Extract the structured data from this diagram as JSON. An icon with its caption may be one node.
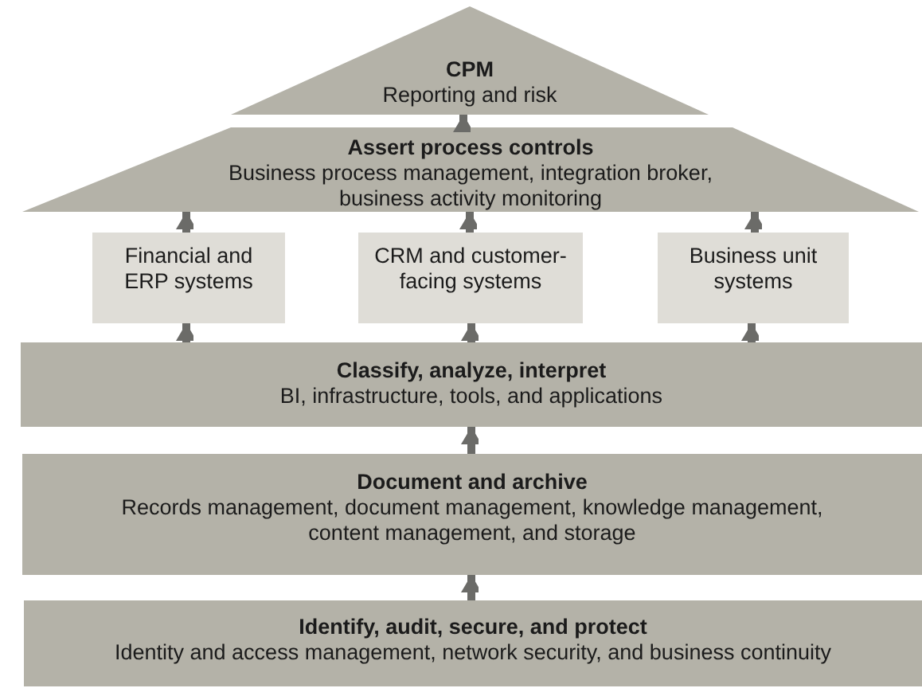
{
  "diagram": {
    "nodes": [
      {
        "text": [
          "CPM",
          "Reporting and risk"
        ]
      },
      {
        "text": [
          "Assert process controls",
          "Business process management, integration broker, business activity monitoring"
        ]
      },
      {
        "text": [
          "Financial and ERP systems"
        ]
      },
      {
        "text": [
          "CRM and customer-facing systems"
        ]
      },
      {
        "text": [
          "Business unit systems"
        ]
      },
      {
        "text": [
          "Classify, analyze, interpret",
          "BI, infrastructure, tools, and applications"
        ]
      },
      {
        "text": [
          "Document and archive",
          "Records management, document management, knowledge management, content management, and storage"
        ]
      },
      {
        "text": [
          "Identify, audit, secure, and protect",
          "Identity and access management, network security, and business continuity"
        ]
      }
    ],
    "edges": [
      {
        "from": 7,
        "to": 6,
        "arrow": "to"
      },
      {
        "from": 6,
        "to": 5,
        "arrow": "to"
      },
      {
        "from": 5,
        "to": 2,
        "arrow": "to"
      },
      {
        "from": 5,
        "to": 3,
        "arrow": "to"
      },
      {
        "from": 5,
        "to": 4,
        "arrow": "to"
      },
      {
        "from": 2,
        "to": 1,
        "arrow": "to"
      },
      {
        "from": 3,
        "to": 1,
        "arrow": "to"
      },
      {
        "from": 4,
        "to": 1,
        "arrow": "to"
      },
      {
        "from": 1,
        "to": 0,
        "arrow": "to"
      }
    ]
  }
}
